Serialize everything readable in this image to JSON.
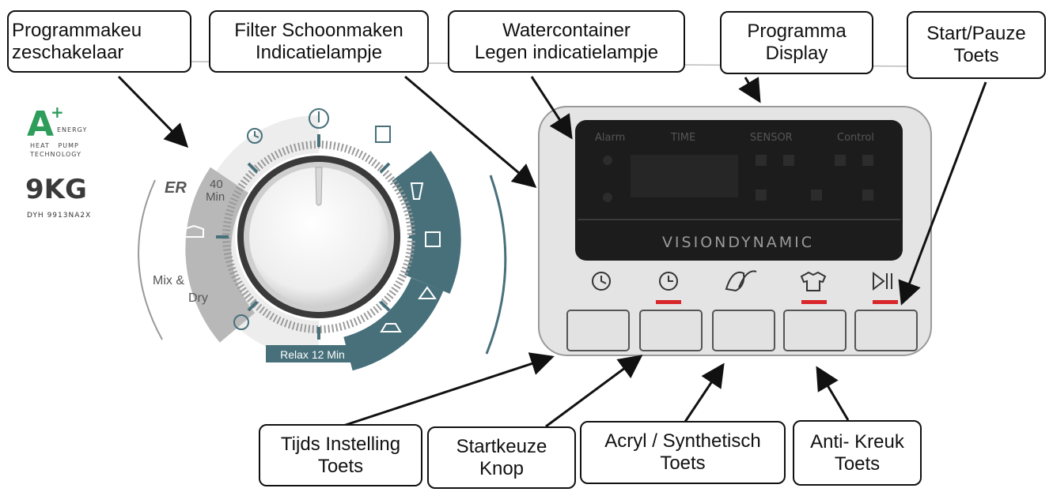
{
  "callouts": {
    "selector": {
      "line1": "Programmakeu",
      "line2": "zeschakelaar"
    },
    "filter": {
      "line1": "Filter Schoonmaken",
      "line2": "Indicatielampje"
    },
    "water": {
      "line1": "Watercontainer",
      "line2": "Legen indicatielampje"
    },
    "display": {
      "line1": "Programma",
      "line2": "Display"
    },
    "startpause": {
      "line1": "Start/Pauze",
      "line2": "Toets"
    },
    "time": {
      "line1": "Tijds Instelling",
      "line2": "Toets"
    },
    "delay": {
      "line1": "Startkeuze",
      "line2": "Knop"
    },
    "acryl": {
      "line1": "Acryl / Synthetisch",
      "line2": "Toets"
    },
    "antikreuk": {
      "line1": "Anti- Kreuk",
      "line2": "Toets"
    }
  },
  "brand": {
    "energy_letter": "A",
    "energy_plus": "+",
    "energy_word": "ENERGY",
    "tech_line1": "HEAT   PUMP",
    "tech_line2": "TECHNOLOGY",
    "capacity": "9KG",
    "model": "DYH 9913NA2X"
  },
  "dial": {
    "label_40min_a": "40",
    "label_40min_b": "Min",
    "label_mix_a": "Mix &",
    "label_mix_b": "Dry",
    "label_relax": "Relax 12 Min",
    "label_er": "ER"
  },
  "panel": {
    "display_labels": [
      "Alarm",
      "TIME",
      "SENSOR",
      "Control"
    ],
    "brand_strip": "VISIONDYNAMIC"
  },
  "colors": {
    "dial_teal": "#47707b",
    "dial_grey": "#b8b8b8",
    "indicator_red": "#d8262a",
    "energy_green": "#2e9c5b",
    "display_black": "#1c1c1c"
  }
}
